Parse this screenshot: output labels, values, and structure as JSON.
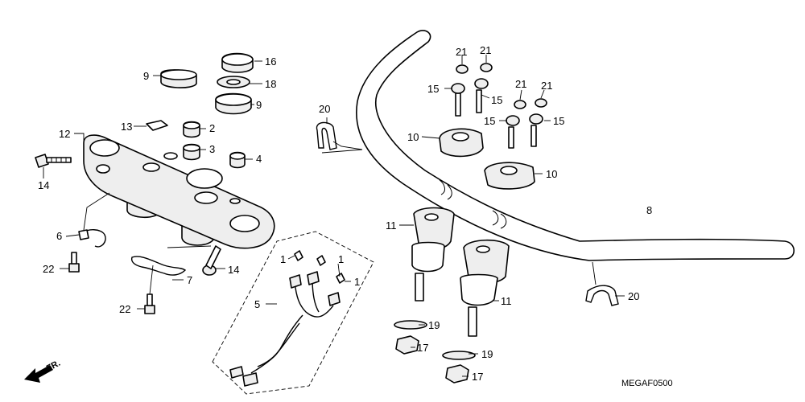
{
  "diagram": {
    "diagram_code": "MEGAF0500",
    "front_marker": "FR.",
    "callouts": [
      {
        "id": "c9a",
        "text": "9"
      },
      {
        "id": "c16",
        "text": "16"
      },
      {
        "id": "c18",
        "text": "18"
      },
      {
        "id": "c9b",
        "text": "9"
      },
      {
        "id": "c13",
        "text": "13"
      },
      {
        "id": "c2",
        "text": "2"
      },
      {
        "id": "c12",
        "text": "12"
      },
      {
        "id": "c3",
        "text": "3"
      },
      {
        "id": "c4",
        "text": "4"
      },
      {
        "id": "c14a",
        "text": "14"
      },
      {
        "id": "c6",
        "text": "6"
      },
      {
        "id": "c22a",
        "text": "22"
      },
      {
        "id": "c14b",
        "text": "14"
      },
      {
        "id": "c7",
        "text": "7"
      },
      {
        "id": "c22b",
        "text": "22"
      },
      {
        "id": "c1a",
        "text": "1"
      },
      {
        "id": "c1b",
        "text": "1"
      },
      {
        "id": "c1c",
        "text": "1"
      },
      {
        "id": "c5",
        "text": "5"
      },
      {
        "id": "c20a",
        "text": "20"
      },
      {
        "id": "c21a",
        "text": "21"
      },
      {
        "id": "c21b",
        "text": "21"
      },
      {
        "id": "c15a",
        "text": "15"
      },
      {
        "id": "c15b",
        "text": "15"
      },
      {
        "id": "c21c",
        "text": "21"
      },
      {
        "id": "c21d",
        "text": "21"
      },
      {
        "id": "c10a",
        "text": "10"
      },
      {
        "id": "c15c",
        "text": "15"
      },
      {
        "id": "c15d",
        "text": "15"
      },
      {
        "id": "c10b",
        "text": "10"
      },
      {
        "id": "c8",
        "text": "8"
      },
      {
        "id": "c11a",
        "text": "11"
      },
      {
        "id": "c11b",
        "text": "11"
      },
      {
        "id": "c20b",
        "text": "20"
      },
      {
        "id": "c19a",
        "text": "19"
      },
      {
        "id": "c17a",
        "text": "17"
      },
      {
        "id": "c19b",
        "text": "19"
      },
      {
        "id": "c17b",
        "text": "17"
      }
    ]
  }
}
